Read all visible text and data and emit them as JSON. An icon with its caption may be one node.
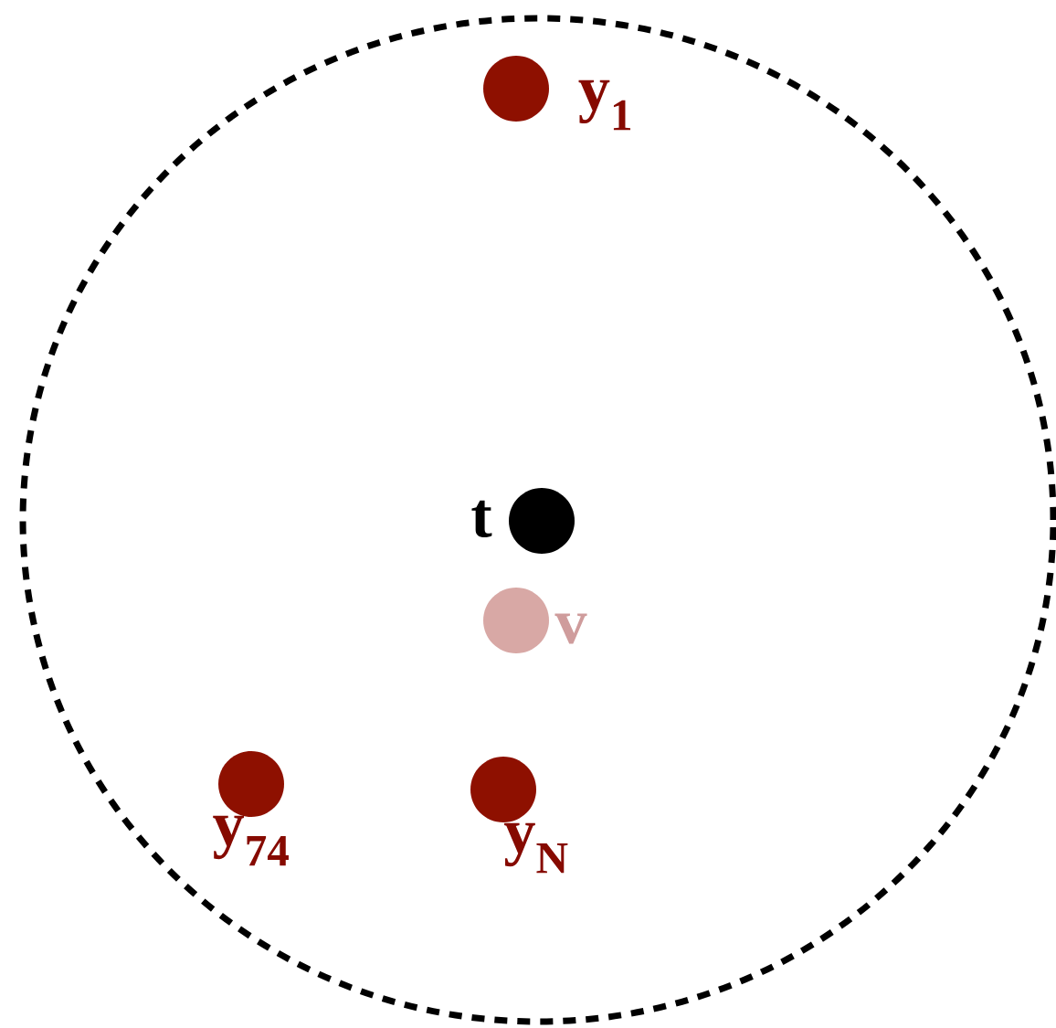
{
  "diagram": {
    "nodes": [
      {
        "text": [],
        "shape": "circle"
      },
      {
        "text": [
          "y$_{1}$"
        ],
        "in": 0
      },
      {
        "text": [
          "t"
        ],
        "in": 0
      },
      {
        "text": [
          "v"
        ],
        "in": 0
      },
      {
        "text": [
          "y$_{74}$"
        ],
        "in": 0
      },
      {
        "text": [
          "y$_{N}$"
        ],
        "in": 0
      }
    ]
  }
}
